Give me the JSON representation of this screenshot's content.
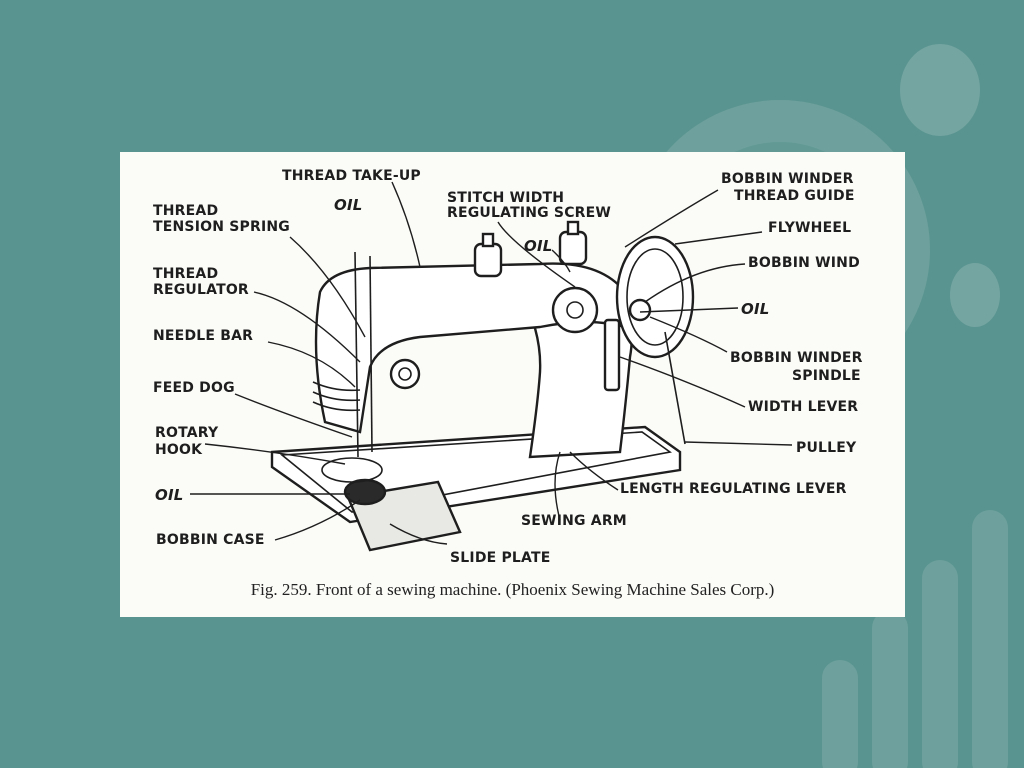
{
  "labels": {
    "thread_take_up": "THREAD TAKE-UP",
    "oil_top_left": "OIL",
    "thread_tension_1": "THREAD",
    "thread_tension_2": "TENSION SPRING",
    "thread_regulator_1": "THREAD",
    "thread_regulator_2": "REGULATOR",
    "needle_bar": "NEEDLE BAR",
    "feed_dog": "FEED DOG",
    "rotary_hook_1": "ROTARY",
    "rotary_hook_2": "HOOK",
    "oil_left": "OIL",
    "bobbin_case": "BOBBIN CASE",
    "stitch_width_1": "STITCH WIDTH",
    "stitch_width_2": "REGULATING SCREW",
    "oil_top_center": "OIL",
    "bobbin_winder_guide_1": "BOBBIN WINDER",
    "bobbin_winder_guide_2": "THREAD GUIDE",
    "flywheel": "FLYWHEEL",
    "bobbin_wind": "BOBBIN WIND",
    "oil_right": "OIL",
    "bobbin_winder_spindle_1": "BOBBIN WINDER",
    "bobbin_winder_spindle_2": "SPINDLE",
    "width_lever": "WIDTH LEVER",
    "pulley": "PULLEY",
    "length_regulating_lever": "LENGTH REGULATING LEVER",
    "sewing_arm": "SEWING ARM",
    "slide_plate": "SLIDE PLATE"
  },
  "caption": "Fig. 259. Front of a sewing machine. (Phoenix Sewing Machine Sales Corp.)",
  "colors": {
    "background": "#5a9490",
    "panel": "#fbfbf8",
    "ink": "#1e1e1e"
  }
}
